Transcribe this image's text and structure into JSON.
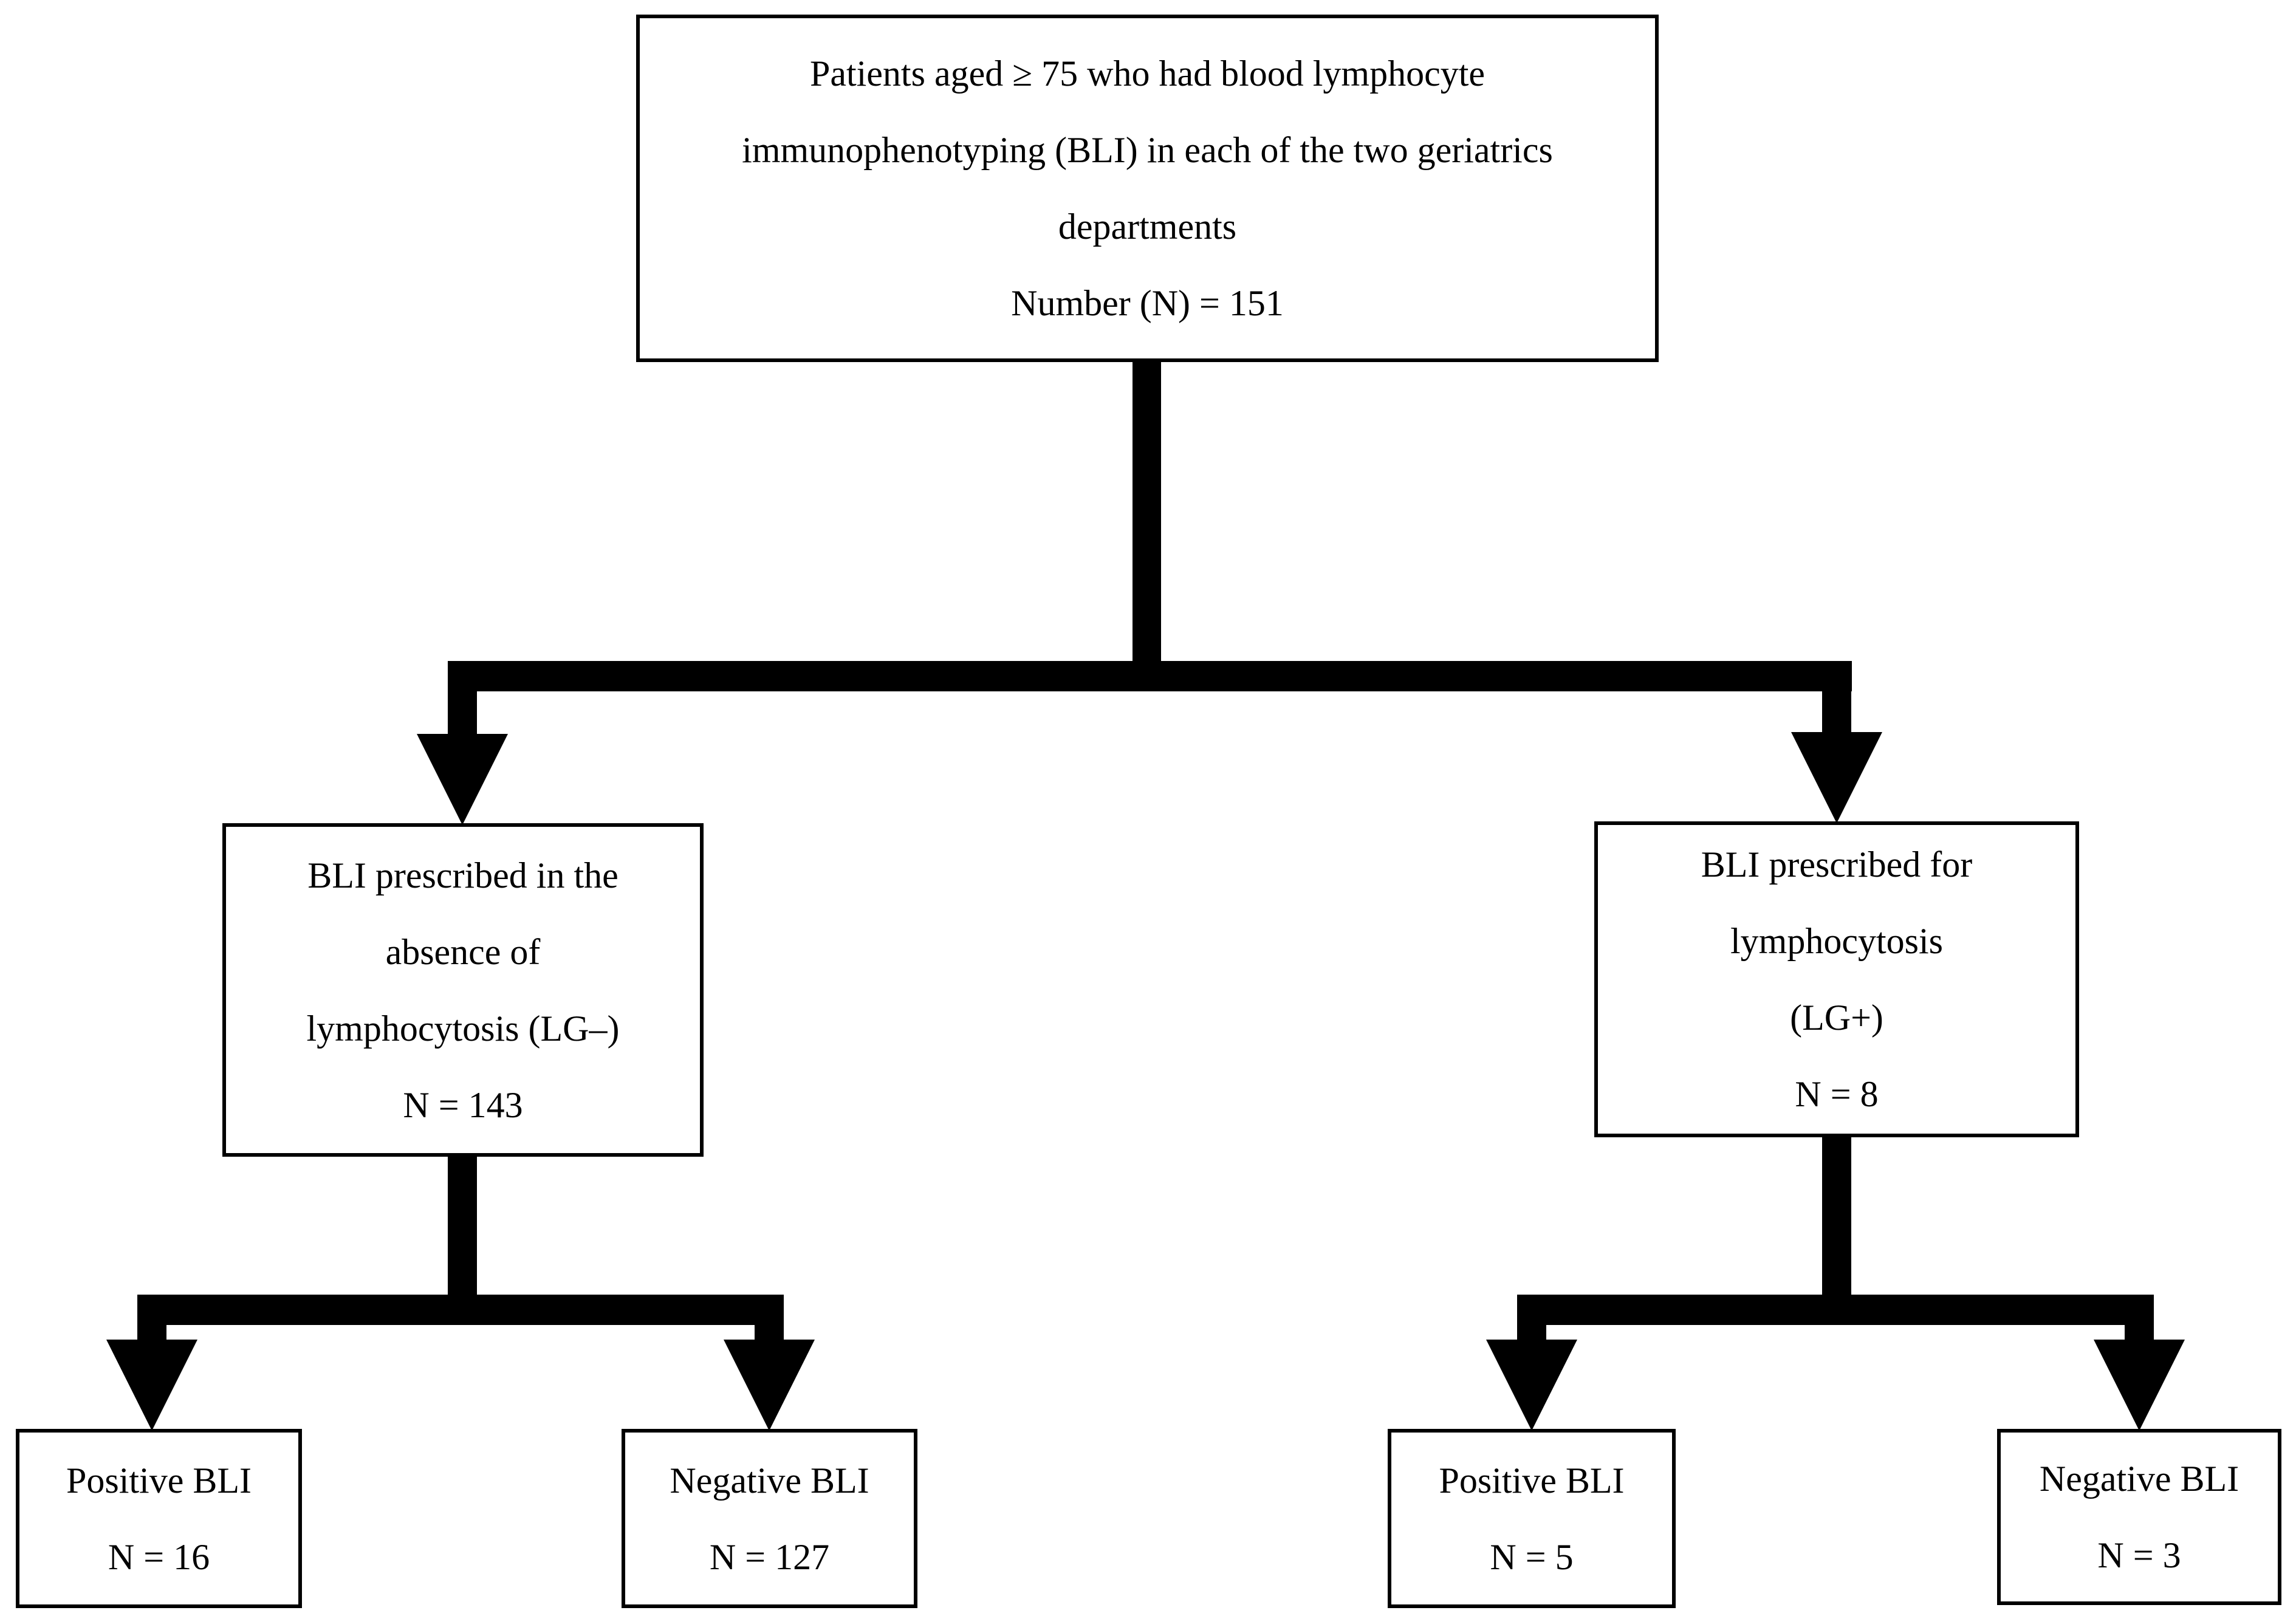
{
  "figure": {
    "background_color": "#ffffff",
    "line_color": "#000000",
    "text_color": "#000000"
  },
  "nodes": {
    "root": {
      "lines": [
        "Patients aged ≥ 75 who had blood lymphocyte",
        "immunophenotyping (BLI) in each of the two geriatrics",
        "departments",
        "Number (N) = 151"
      ],
      "n": 151
    },
    "mid_left": {
      "lines": [
        "BLI prescribed in the",
        "absence of",
        "lymphocytosis (LG–)",
        "N = 143"
      ],
      "n": 143
    },
    "mid_right": {
      "lines": [
        "BLI prescribed for",
        "lymphocytosis",
        "(LG+)",
        "N = 8"
      ],
      "n": 8
    },
    "bottom_1": {
      "lines": [
        "Positive BLI",
        "N = 16"
      ],
      "n": 16
    },
    "bottom_2": {
      "lines": [
        "Negative BLI",
        "N = 127"
      ],
      "n": 127
    },
    "bottom_3": {
      "lines": [
        "Positive BLI",
        "N = 5"
      ],
      "n": 5
    },
    "bottom_4": {
      "lines": [
        "Negative BLI",
        "N = 3"
      ],
      "n": 3
    }
  }
}
